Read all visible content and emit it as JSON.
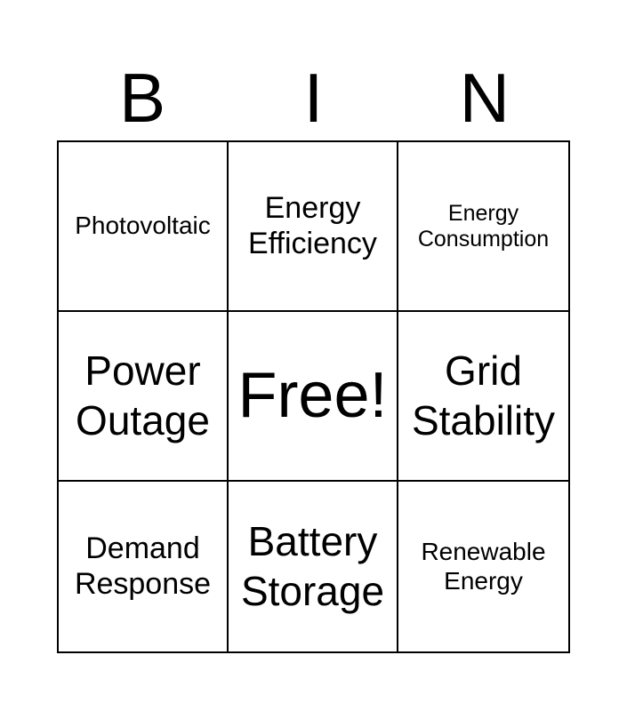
{
  "header": {
    "letters": [
      "B",
      "I",
      "N"
    ]
  },
  "board": {
    "cells": [
      "Photovoltaic",
      "Energy Efficiency",
      "Energy Consumption",
      "Power Outage",
      "Free!",
      "Grid Stability",
      "Demand Response",
      "Battery Storage",
      "Renewable Energy"
    ]
  }
}
